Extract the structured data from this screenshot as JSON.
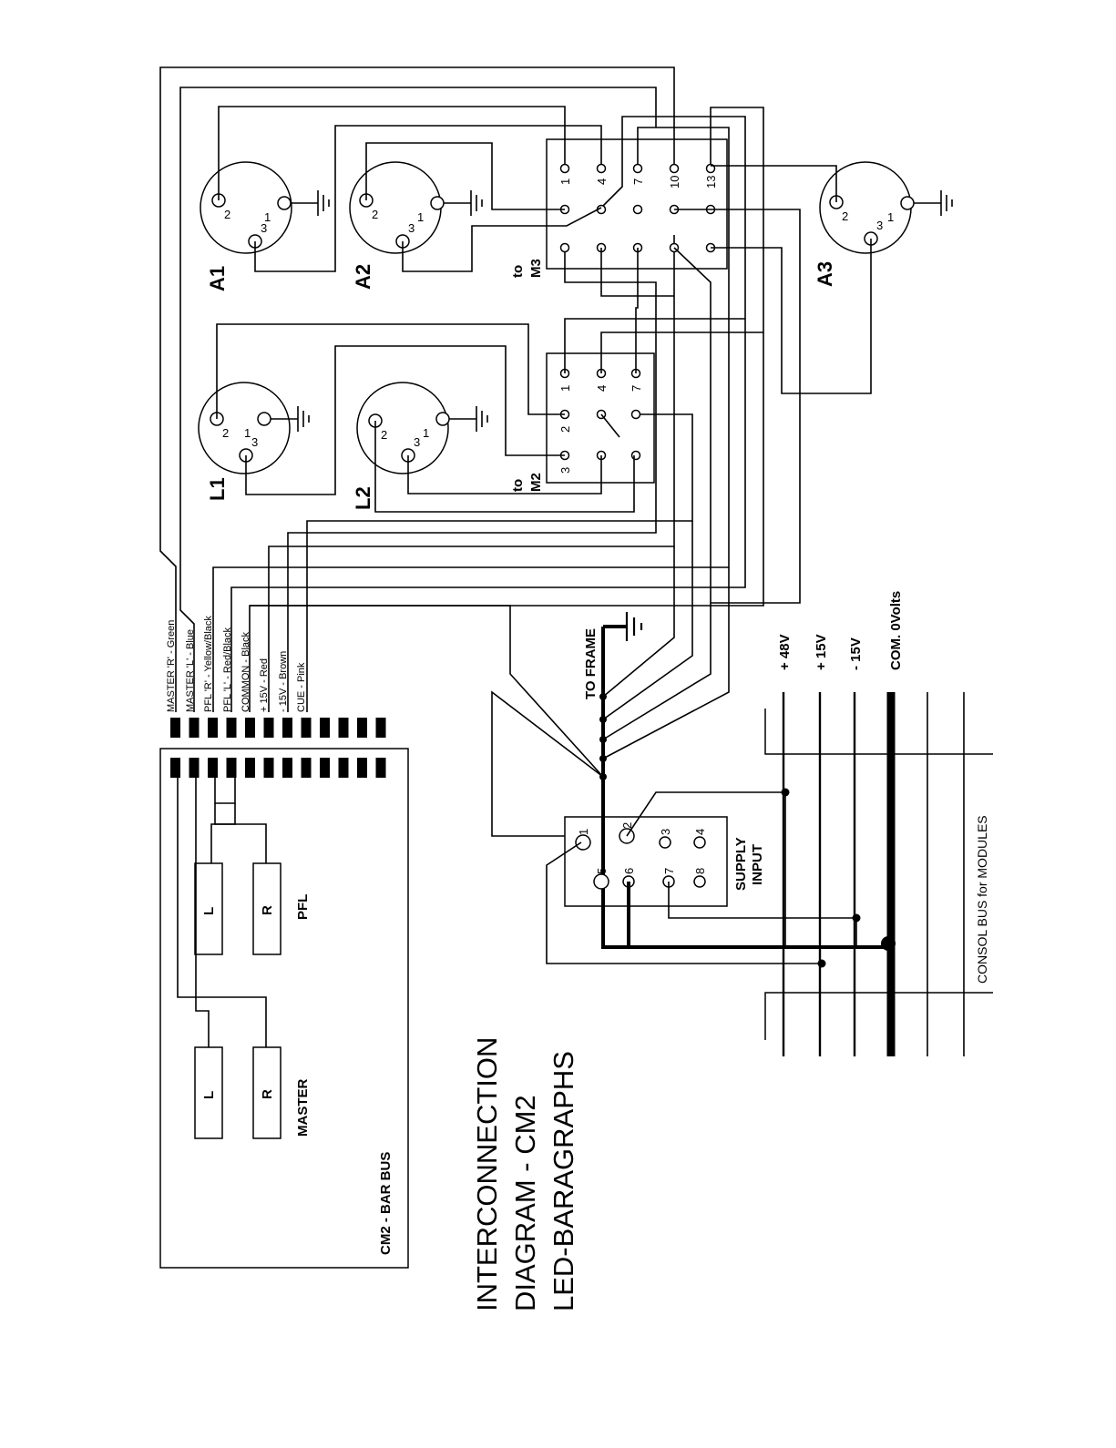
{
  "title": {
    "line1": "INTERCONNECTION",
    "line2": "DIAGRAM - CM2",
    "line3": "LED-BARAGRAPHS"
  },
  "bar_bus": {
    "label": "CM2 - BAR BUS",
    "group_master": "MASTER",
    "group_pfl": "PFL",
    "meter_l": "L",
    "meter_r": "R"
  },
  "wires": [
    "MASTER 'R' - Green",
    "MASTER 'L' - Blue",
    "PFL 'R' - Yellow/Black",
    "PFL 'L' - Red/Black",
    "COMMON - Black",
    "+ 15V - Red",
    "- 15V - Brown",
    "CUE - Pink"
  ],
  "connectors": {
    "L1": "L1",
    "L2": "L2",
    "A1": "A1",
    "A2": "A2",
    "A3": "A3",
    "to_m2_a": "to",
    "to_m2_b": "M2",
    "to_m3_a": "to",
    "to_m3_b": "M3",
    "xlr_pins": [
      "1",
      "2",
      "3"
    ]
  },
  "m2_pins": [
    "1",
    "2",
    "3",
    "4",
    "7"
  ],
  "m3_pins": [
    "1",
    "4",
    "7",
    "10",
    "13"
  ],
  "supply": {
    "label_a": "SUPPLY",
    "label_b": "INPUT",
    "pins": [
      "1",
      "2",
      "3",
      "4",
      "5",
      "6",
      "7",
      "8"
    ]
  },
  "frame_label": "TO FRAME",
  "rails": [
    "+ 48V",
    "+ 15V",
    "- 15V",
    "COM. 0Volts"
  ],
  "consol_bus": "CONSOL BUS for MODULES"
}
